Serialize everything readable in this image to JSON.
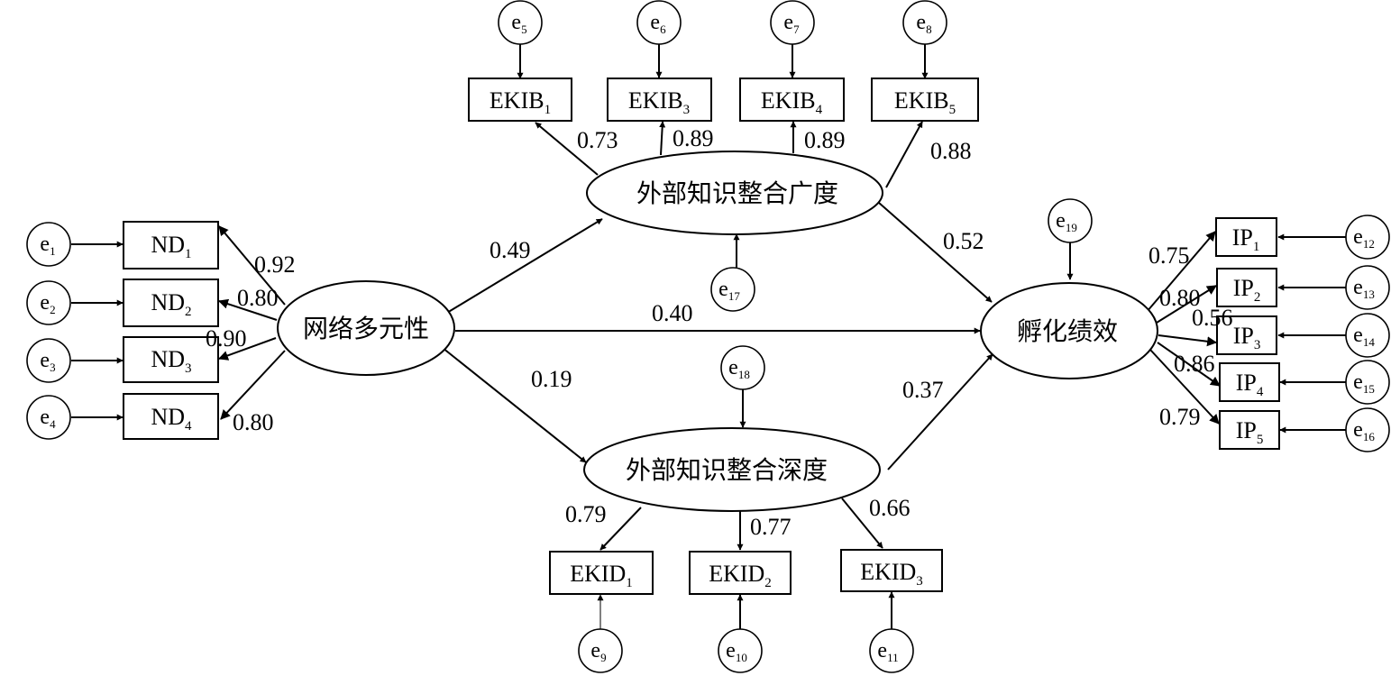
{
  "diagram": {
    "latents": [
      {
        "id": "ND",
        "label": "网络多元性"
      },
      {
        "id": "EKIB",
        "label": "外部知识整合广度"
      },
      {
        "id": "EKID",
        "label": "外部知识整合深度"
      },
      {
        "id": "IP",
        "label": "孵化绩效"
      }
    ],
    "indicators": [
      {
        "id": "ND1",
        "base": "ND",
        "sub": "1"
      },
      {
        "id": "ND2",
        "base": "ND",
        "sub": "2"
      },
      {
        "id": "ND3",
        "base": "ND",
        "sub": "3"
      },
      {
        "id": "ND4",
        "base": "ND",
        "sub": "4"
      },
      {
        "id": "EKIB1",
        "base": "EKIB",
        "sub": "1"
      },
      {
        "id": "EKIB3",
        "base": "EKIB",
        "sub": "3"
      },
      {
        "id": "EKIB4",
        "base": "EKIB",
        "sub": "4"
      },
      {
        "id": "EKIB5",
        "base": "EKIB",
        "sub": "5"
      },
      {
        "id": "EKID1",
        "base": "EKID",
        "sub": "1"
      },
      {
        "id": "EKID2",
        "base": "EKID",
        "sub": "2"
      },
      {
        "id": "EKID3",
        "base": "EKID",
        "sub": "3"
      },
      {
        "id": "IP1",
        "base": "IP",
        "sub": "1"
      },
      {
        "id": "IP2",
        "base": "IP",
        "sub": "2"
      },
      {
        "id": "IP3",
        "base": "IP",
        "sub": "3"
      },
      {
        "id": "IP4",
        "base": "IP",
        "sub": "4"
      },
      {
        "id": "IP5",
        "base": "IP",
        "sub": "5"
      }
    ],
    "errors": [
      {
        "id": "e1",
        "base": "e",
        "sub": "1"
      },
      {
        "id": "e2",
        "base": "e",
        "sub": "2"
      },
      {
        "id": "e3",
        "base": "e",
        "sub": "3"
      },
      {
        "id": "e4",
        "base": "e",
        "sub": "4"
      },
      {
        "id": "e5",
        "base": "e",
        "sub": "5"
      },
      {
        "id": "e6",
        "base": "e",
        "sub": "6"
      },
      {
        "id": "e7",
        "base": "e",
        "sub": "7"
      },
      {
        "id": "e8",
        "base": "e",
        "sub": "8"
      },
      {
        "id": "e9",
        "base": "e",
        "sub": "9"
      },
      {
        "id": "e10",
        "base": "e",
        "sub": "10"
      },
      {
        "id": "e11",
        "base": "e",
        "sub": "11"
      },
      {
        "id": "e12",
        "base": "e",
        "sub": "12"
      },
      {
        "id": "e13",
        "base": "e",
        "sub": "13"
      },
      {
        "id": "e14",
        "base": "e",
        "sub": "14"
      },
      {
        "id": "e15",
        "base": "e",
        "sub": "15"
      },
      {
        "id": "e16",
        "base": "e",
        "sub": "16"
      },
      {
        "id": "e17",
        "base": "e",
        "sub": "17"
      },
      {
        "id": "e18",
        "base": "e",
        "sub": "18"
      },
      {
        "id": "e19",
        "base": "e",
        "sub": "19"
      }
    ],
    "loadings": {
      "ND1": "0.92",
      "ND2": "0.80",
      "ND3": "0.90",
      "ND4": "0.80",
      "EKIB1": "0.73",
      "EKIB3": "0.89",
      "EKIB4": "0.89",
      "EKIB5": "0.88",
      "EKID1": "0.79",
      "EKID2": "0.77",
      "EKID3": "0.66",
      "IP1": "0.75",
      "IP2": "0.80",
      "IP3": "0.56",
      "IP4": "0.86",
      "IP5": "0.79"
    },
    "paths": {
      "ND_EKIB": "0.49",
      "ND_IP": "0.40",
      "ND_EKID": "0.19",
      "EKIB_IP": "0.52",
      "EKID_IP": "0.37"
    }
  }
}
